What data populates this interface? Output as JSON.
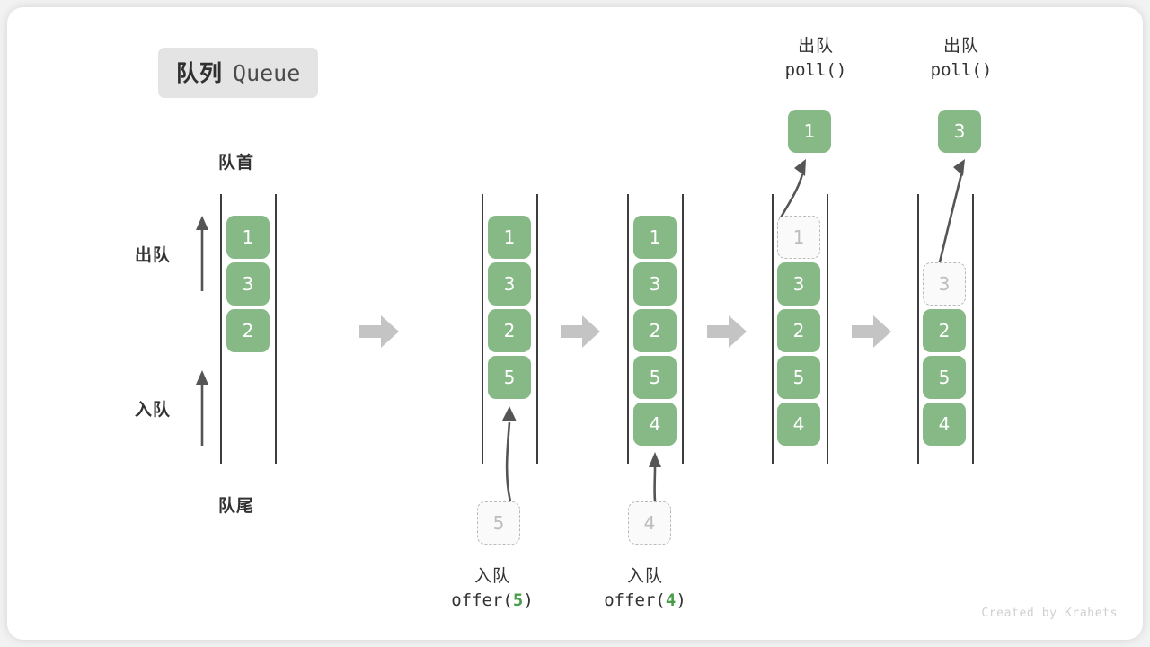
{
  "title": {
    "cn": "队列",
    "en": "Queue"
  },
  "labels": {
    "head": "队首",
    "tail": "队尾",
    "dequeue": "出队",
    "enqueue": "入队"
  },
  "credit": "Created by Krahets",
  "colors": {
    "cell_fill": "#86b986",
    "cell_text": "#ffffff",
    "ghost_border": "#b9b9b9",
    "ghost_text": "#bdbdbd",
    "rail": "#3d3d3d",
    "block_arrow": "#c4c4c4",
    "thin_arrow": "#555555",
    "badge_bg": "#e4e4e4",
    "label_text": "#333333",
    "accent_arg": "#4a9c4a"
  },
  "stages": [
    {
      "id": "stage-initial",
      "cells": [
        {
          "value": "1",
          "state": "filled"
        },
        {
          "value": "3",
          "state": "filled"
        },
        {
          "value": "2",
          "state": "filled"
        }
      ]
    },
    {
      "id": "stage-offer-5",
      "cells": [
        {
          "value": "1",
          "state": "filled"
        },
        {
          "value": "3",
          "state": "filled"
        },
        {
          "value": "2",
          "state": "filled"
        },
        {
          "value": "5",
          "state": "filled"
        }
      ],
      "incoming": {
        "value": "5",
        "state": "ghost"
      },
      "caption": {
        "cn": "入队",
        "fn": "offer(",
        "arg": "5",
        "fn_end": ")"
      }
    },
    {
      "id": "stage-offer-4",
      "cells": [
        {
          "value": "1",
          "state": "filled"
        },
        {
          "value": "3",
          "state": "filled"
        },
        {
          "value": "2",
          "state": "filled"
        },
        {
          "value": "5",
          "state": "filled"
        },
        {
          "value": "4",
          "state": "filled"
        }
      ],
      "incoming": {
        "value": "4",
        "state": "ghost"
      },
      "caption": {
        "cn": "入队",
        "fn": "offer(",
        "arg": "4",
        "fn_end": ")"
      }
    },
    {
      "id": "stage-poll-1",
      "cells": [
        {
          "value": "1",
          "state": "ghost"
        },
        {
          "value": "3",
          "state": "filled"
        },
        {
          "value": "2",
          "state": "filled"
        },
        {
          "value": "5",
          "state": "filled"
        },
        {
          "value": "4",
          "state": "filled"
        }
      ],
      "outgoing": {
        "value": "1",
        "state": "filled"
      },
      "caption": {
        "cn": "出队",
        "fn": "poll()"
      }
    },
    {
      "id": "stage-poll-3",
      "cells": [
        {
          "value": "",
          "state": "empty"
        },
        {
          "value": "3",
          "state": "ghost"
        },
        {
          "value": "2",
          "state": "filled"
        },
        {
          "value": "5",
          "state": "filled"
        },
        {
          "value": "4",
          "state": "filled"
        }
      ],
      "outgoing": {
        "value": "3",
        "state": "filled"
      },
      "caption": {
        "cn": "出队",
        "fn": "poll()"
      }
    }
  ]
}
